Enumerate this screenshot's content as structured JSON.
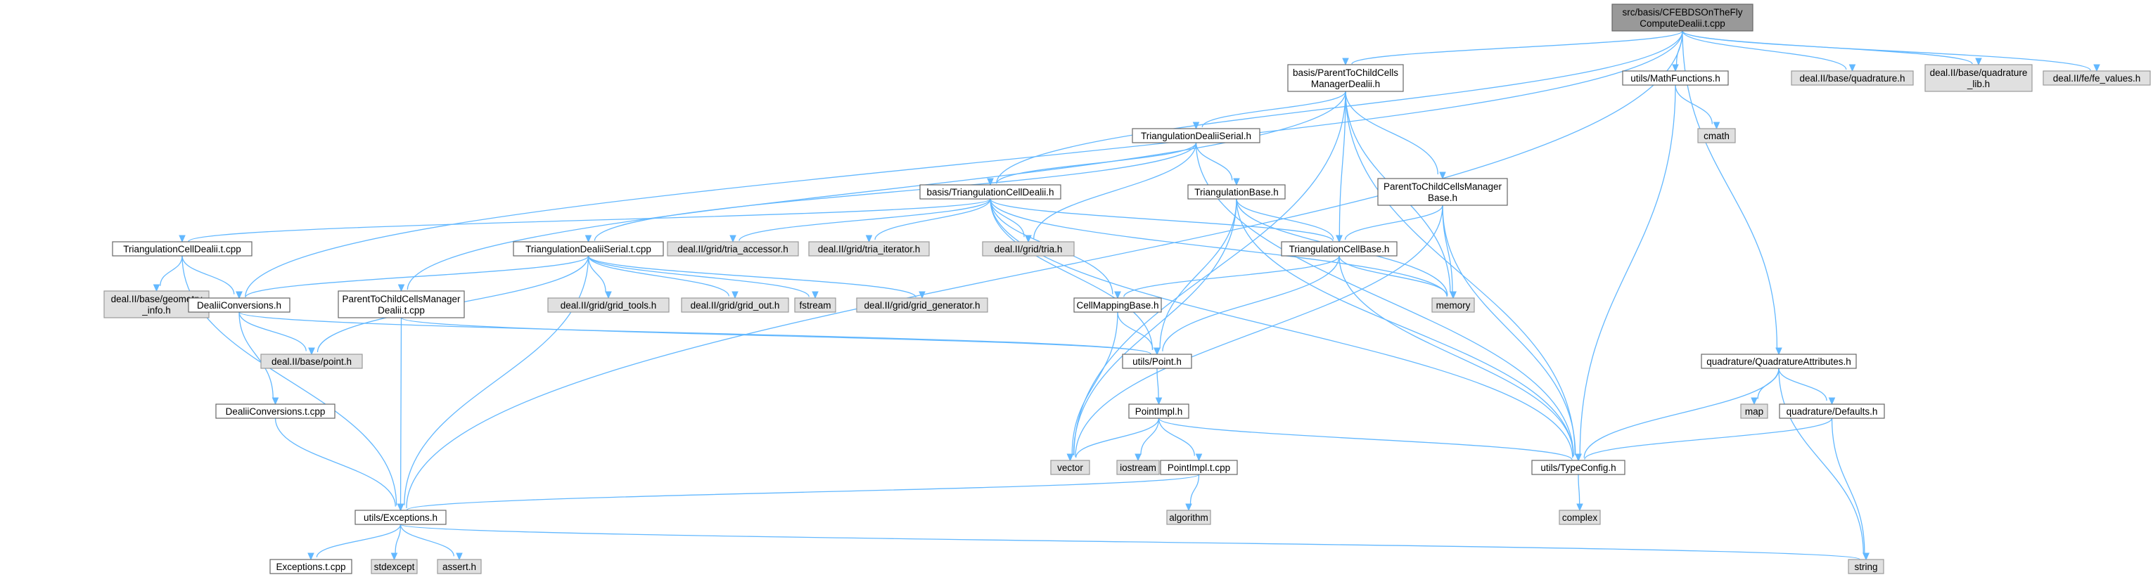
{
  "colors": {
    "edge": "#63b8ff",
    "root_fill": "#999999",
    "local_fill": "#ffffff",
    "external_fill": "#e0e0e0",
    "border_dark": "#666666",
    "border_light": "#999999"
  },
  "nodes": [
    {
      "id": "root",
      "lines": [
        "src/basis/CFEBDSOnTheFly",
        "ComputeDealii.t.cpp"
      ],
      "kind": "root"
    },
    {
      "id": "p2c_mgr_dealii_h",
      "lines": [
        "basis/ParentToChildCells",
        "ManagerDealii.h"
      ],
      "kind": "local"
    },
    {
      "id": "mathfunctions_h",
      "lines": [
        "utils/MathFunctions.h"
      ],
      "kind": "local"
    },
    {
      "id": "quadrature_h",
      "lines": [
        "deal.II/base/quadrature.h"
      ],
      "kind": "external"
    },
    {
      "id": "quadrature_lib_h",
      "lines": [
        "deal.II/base/quadrature",
        "_lib.h"
      ],
      "kind": "external"
    },
    {
      "id": "fe_values_h",
      "lines": [
        "deal.II/fe/fe_values.h"
      ],
      "kind": "external"
    },
    {
      "id": "cmath",
      "lines": [
        "cmath"
      ],
      "kind": "external"
    },
    {
      "id": "tri_dealii_serial_h",
      "lines": [
        "TriangulationDealiiSerial.h"
      ],
      "kind": "local"
    },
    {
      "id": "tri_base_h",
      "lines": [
        "TriangulationBase.h"
      ],
      "kind": "local"
    },
    {
      "id": "p2c_mgr_base_h",
      "lines": [
        "ParentToChildCellsManager",
        "Base.h"
      ],
      "kind": "local"
    },
    {
      "id": "tri_cell_dealii_h",
      "lines": [
        "basis/TriangulationCellDealii.h"
      ],
      "kind": "local"
    },
    {
      "id": "tri_cell_dealii_t_cpp",
      "lines": [
        "TriangulationCellDealii.t.cpp"
      ],
      "kind": "local"
    },
    {
      "id": "tri_dealii_serial_t_cpp",
      "lines": [
        "TriangulationDealiiSerial.t.cpp"
      ],
      "kind": "local"
    },
    {
      "id": "tria_accessor_h",
      "lines": [
        "deal.II/grid/tria_accessor.h"
      ],
      "kind": "external"
    },
    {
      "id": "tria_iterator_h",
      "lines": [
        "deal.II/grid/tria_iterator.h"
      ],
      "kind": "external"
    },
    {
      "id": "tria_h",
      "lines": [
        "deal.II/grid/tria.h"
      ],
      "kind": "external"
    },
    {
      "id": "tri_cell_base_h",
      "lines": [
        "TriangulationCellBase.h"
      ],
      "kind": "local"
    },
    {
      "id": "memory",
      "lines": [
        "memory"
      ],
      "kind": "external"
    },
    {
      "id": "geometry_info_h",
      "lines": [
        "deal.II/base/geometry",
        "_info.h"
      ],
      "kind": "external"
    },
    {
      "id": "dealii_conversions_h",
      "lines": [
        "DealiiConversions.h"
      ],
      "kind": "local"
    },
    {
      "id": "p2c_mgr_dealii_t_cpp",
      "lines": [
        "ParentToChildCellsManager",
        "Dealii.t.cpp"
      ],
      "kind": "local"
    },
    {
      "id": "grid_tools_h",
      "lines": [
        "deal.II/grid/grid_tools.h"
      ],
      "kind": "external"
    },
    {
      "id": "grid_out_h",
      "lines": [
        "deal.II/grid/grid_out.h"
      ],
      "kind": "external"
    },
    {
      "id": "fstream",
      "lines": [
        "fstream"
      ],
      "kind": "external"
    },
    {
      "id": "grid_generator_h",
      "lines": [
        "deal.II/grid/grid_generator.h"
      ],
      "kind": "external"
    },
    {
      "id": "cell_mapping_base_h",
      "lines": [
        "CellMappingBase.h"
      ],
      "kind": "local"
    },
    {
      "id": "point_h_dealii",
      "lines": [
        "deal.II/base/point.h"
      ],
      "kind": "external"
    },
    {
      "id": "utils_point_h",
      "lines": [
        "utils/Point.h"
      ],
      "kind": "local"
    },
    {
      "id": "quad_attributes_h",
      "lines": [
        "quadrature/QuadratureAttributes.h"
      ],
      "kind": "local"
    },
    {
      "id": "map",
      "lines": [
        "map"
      ],
      "kind": "external"
    },
    {
      "id": "quad_defaults_h",
      "lines": [
        "quadrature/Defaults.h"
      ],
      "kind": "local"
    },
    {
      "id": "dealii_conversions_t_cpp",
      "lines": [
        "DealiiConversions.t.cpp"
      ],
      "kind": "local"
    },
    {
      "id": "pointimpl_h",
      "lines": [
        "PointImpl.h"
      ],
      "kind": "local"
    },
    {
      "id": "vector",
      "lines": [
        "vector"
      ],
      "kind": "external"
    },
    {
      "id": "iostream",
      "lines": [
        "iostream"
      ],
      "kind": "external"
    },
    {
      "id": "pointimpl_t_cpp",
      "lines": [
        "PointImpl.t.cpp"
      ],
      "kind": "local"
    },
    {
      "id": "typeconfig_h",
      "lines": [
        "utils/TypeConfig.h"
      ],
      "kind": "local"
    },
    {
      "id": "algorithm",
      "lines": [
        "algorithm"
      ],
      "kind": "external"
    },
    {
      "id": "complex",
      "lines": [
        "complex"
      ],
      "kind": "external"
    },
    {
      "id": "exceptions_h",
      "lines": [
        "utils/Exceptions.h"
      ],
      "kind": "local"
    },
    {
      "id": "string",
      "lines": [
        "string"
      ],
      "kind": "external"
    },
    {
      "id": "exceptions_t_cpp",
      "lines": [
        "Exceptions.t.cpp"
      ],
      "kind": "local"
    },
    {
      "id": "stdexcept",
      "lines": [
        "stdexcept"
      ],
      "kind": "external"
    },
    {
      "id": "assert_h",
      "lines": [
        "assert.h"
      ],
      "kind": "external"
    }
  ],
  "edges": [
    [
      "root",
      "p2c_mgr_dealii_h"
    ],
    [
      "root",
      "mathfunctions_h"
    ],
    [
      "root",
      "quadrature_h"
    ],
    [
      "root",
      "quadrature_lib_h"
    ],
    [
      "root",
      "fe_values_h"
    ],
    [
      "root",
      "quad_attributes_h"
    ],
    [
      "root",
      "tri_cell_dealii_h"
    ],
    [
      "root",
      "dealii_conversions_h"
    ],
    [
      "root",
      "exceptions_h"
    ],
    [
      "mathfunctions_h",
      "cmath"
    ],
    [
      "mathfunctions_h",
      "typeconfig_h"
    ],
    [
      "p2c_mgr_dealii_h",
      "tri_dealii_serial_h"
    ],
    [
      "p2c_mgr_dealii_h",
      "p2c_mgr_base_h"
    ],
    [
      "p2c_mgr_dealii_h",
      "tri_cell_base_h"
    ],
    [
      "p2c_mgr_dealii_h",
      "memory"
    ],
    [
      "p2c_mgr_dealii_h",
      "typeconfig_h"
    ],
    [
      "p2c_mgr_dealii_h",
      "vector"
    ],
    [
      "p2c_mgr_dealii_h",
      "p2c_mgr_dealii_t_cpp"
    ],
    [
      "tri_dealii_serial_h",
      "tri_base_h"
    ],
    [
      "tri_dealii_serial_h",
      "tri_cell_dealii_h"
    ],
    [
      "tri_dealii_serial_h",
      "tria_h"
    ],
    [
      "tri_dealii_serial_h",
      "tri_dealii_serial_t_cpp"
    ],
    [
      "tri_dealii_serial_h",
      "typeconfig_h"
    ],
    [
      "tri_base_h",
      "tri_cell_base_h"
    ],
    [
      "tri_base_h",
      "memory"
    ],
    [
      "tri_base_h",
      "utils_point_h"
    ],
    [
      "tri_base_h",
      "vector"
    ],
    [
      "tri_base_h",
      "typeconfig_h"
    ],
    [
      "p2c_mgr_base_h",
      "tri_cell_base_h"
    ],
    [
      "p2c_mgr_base_h",
      "memory"
    ],
    [
      "p2c_mgr_base_h",
      "typeconfig_h"
    ],
    [
      "p2c_mgr_base_h",
      "vector"
    ],
    [
      "tri_cell_dealii_h",
      "tri_cell_dealii_t_cpp"
    ],
    [
      "tri_cell_dealii_h",
      "tria_accessor_h"
    ],
    [
      "tri_cell_dealii_h",
      "tria_iterator_h"
    ],
    [
      "tri_cell_dealii_h",
      "tria_h"
    ],
    [
      "tri_cell_dealii_h",
      "tri_cell_base_h"
    ],
    [
      "tri_cell_dealii_h",
      "memory"
    ],
    [
      "tri_cell_dealii_h",
      "cell_mapping_base_h"
    ],
    [
      "tri_cell_dealii_h",
      "utils_point_h"
    ],
    [
      "tri_cell_dealii_h",
      "typeconfig_h"
    ],
    [
      "tri_cell_base_h",
      "memory"
    ],
    [
      "tri_cell_base_h",
      "cell_mapping_base_h"
    ],
    [
      "tri_cell_base_h",
      "utils_point_h"
    ],
    [
      "tri_cell_base_h",
      "typeconfig_h"
    ],
    [
      "tri_cell_dealii_t_cpp",
      "geometry_info_h"
    ],
    [
      "tri_cell_dealii_t_cpp",
      "dealii_conversions_h"
    ],
    [
      "tri_cell_dealii_t_cpp",
      "exceptions_h"
    ],
    [
      "tri_dealii_serial_t_cpp",
      "dealii_conversions_h"
    ],
    [
      "tri_dealii_serial_t_cpp",
      "grid_tools_h"
    ],
    [
      "tri_dealii_serial_t_cpp",
      "grid_out_h"
    ],
    [
      "tri_dealii_serial_t_cpp",
      "fstream"
    ],
    [
      "tri_dealii_serial_t_cpp",
      "grid_generator_h"
    ],
    [
      "tri_dealii_serial_t_cpp",
      "point_h_dealii"
    ],
    [
      "tri_dealii_serial_t_cpp",
      "exceptions_h"
    ],
    [
      "dealii_conversions_h",
      "point_h_dealii"
    ],
    [
      "dealii_conversions_h",
      "utils_point_h"
    ],
    [
      "dealii_conversions_h",
      "dealii_conversions_t_cpp"
    ],
    [
      "p2c_mgr_dealii_t_cpp",
      "utils_point_h"
    ],
    [
      "p2c_mgr_dealii_t_cpp",
      "exceptions_h"
    ],
    [
      "cell_mapping_base_h",
      "utils_point_h"
    ],
    [
      "cell_mapping_base_h",
      "vector"
    ],
    [
      "utils_point_h",
      "pointimpl_h"
    ],
    [
      "pointimpl_h",
      "vector"
    ],
    [
      "pointimpl_h",
      "iostream"
    ],
    [
      "pointimpl_h",
      "pointimpl_t_cpp"
    ],
    [
      "pointimpl_h",
      "typeconfig_h"
    ],
    [
      "pointimpl_t_cpp",
      "algorithm"
    ],
    [
      "pointimpl_t_cpp",
      "exceptions_h"
    ],
    [
      "dealii_conversions_t_cpp",
      "exceptions_h"
    ],
    [
      "quad_attributes_h",
      "map"
    ],
    [
      "quad_attributes_h",
      "quad_defaults_h"
    ],
    [
      "quad_attributes_h",
      "typeconfig_h"
    ],
    [
      "quad_attributes_h",
      "string"
    ],
    [
      "quad_defaults_h",
      "typeconfig_h"
    ],
    [
      "quad_defaults_h",
      "string"
    ],
    [
      "typeconfig_h",
      "complex"
    ],
    [
      "exceptions_h",
      "exceptions_t_cpp"
    ],
    [
      "exceptions_h",
      "stdexcept"
    ],
    [
      "exceptions_h",
      "assert_h"
    ],
    [
      "exceptions_h",
      "string"
    ]
  ]
}
